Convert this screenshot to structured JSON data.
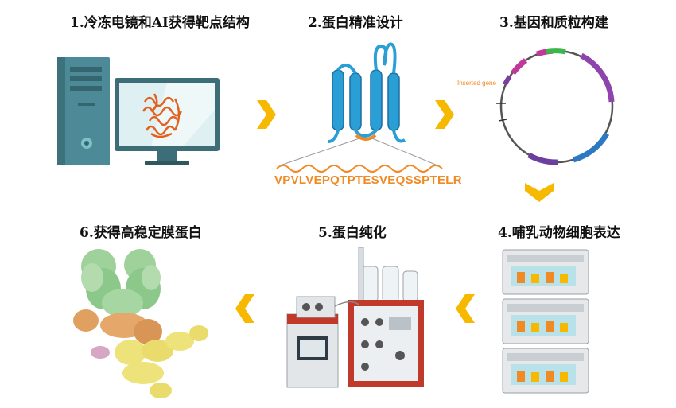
{
  "steps": [
    {
      "label": "1.冷冻电镜和AI获得靶点结构",
      "icon": "computer-icon"
    },
    {
      "label": "2.蛋白精准设计",
      "icon": "protein-helix-icon"
    },
    {
      "label": "3.基因和质粒构建",
      "icon": "plasmid-icon"
    },
    {
      "label": "4.哺乳动物细胞表达",
      "icon": "incubator-icon"
    },
    {
      "label": "5.蛋白纯化",
      "icon": "chromatography-system-icon"
    },
    {
      "label": "6.获得高稳定膜蛋白",
      "icon": "membrane-protein-icon"
    }
  ],
  "sequence": "VPVLVEPQTPTESVEQSSPTELR",
  "plasmid_annotation": "Inserted gene",
  "colors": {
    "arrow": "#f6b900",
    "orange": "#f08a24",
    "helix_blue": "#2a9fd6",
    "monitor_teal": "#5aa3ad",
    "plasmid_green": "#3cb64a",
    "plasmid_purple": "#8e44ad",
    "plasmid_magenta": "#c0399a",
    "plasmid_blue": "#2d78c2",
    "instrument_red": "#c0392b",
    "protein_green": "#9fd19a",
    "protein_orange": "#e0a060",
    "protein_yellow": "#eee27a",
    "protein_pink": "#d7a6c4"
  }
}
